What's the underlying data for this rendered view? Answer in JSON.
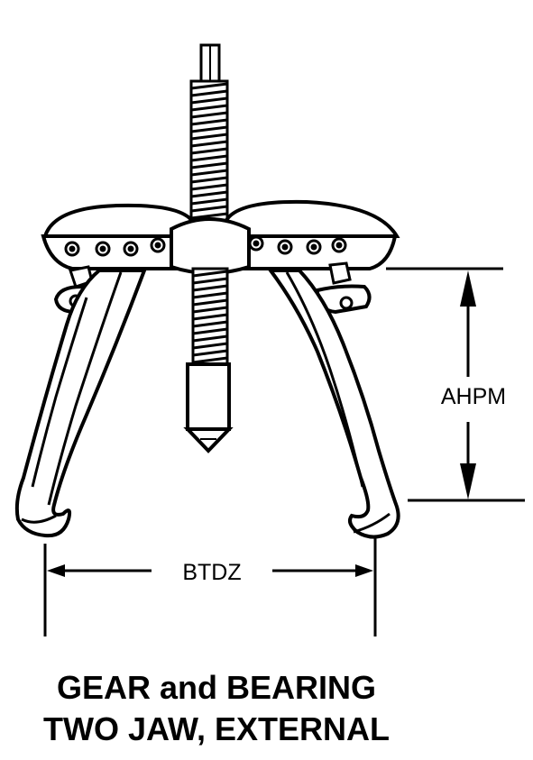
{
  "dimensions": {
    "height_label": "AHPM",
    "width_label": "BTDZ"
  },
  "caption": {
    "line1": "GEAR and BEARING",
    "line2": "TWO JAW, EXTERNAL"
  }
}
